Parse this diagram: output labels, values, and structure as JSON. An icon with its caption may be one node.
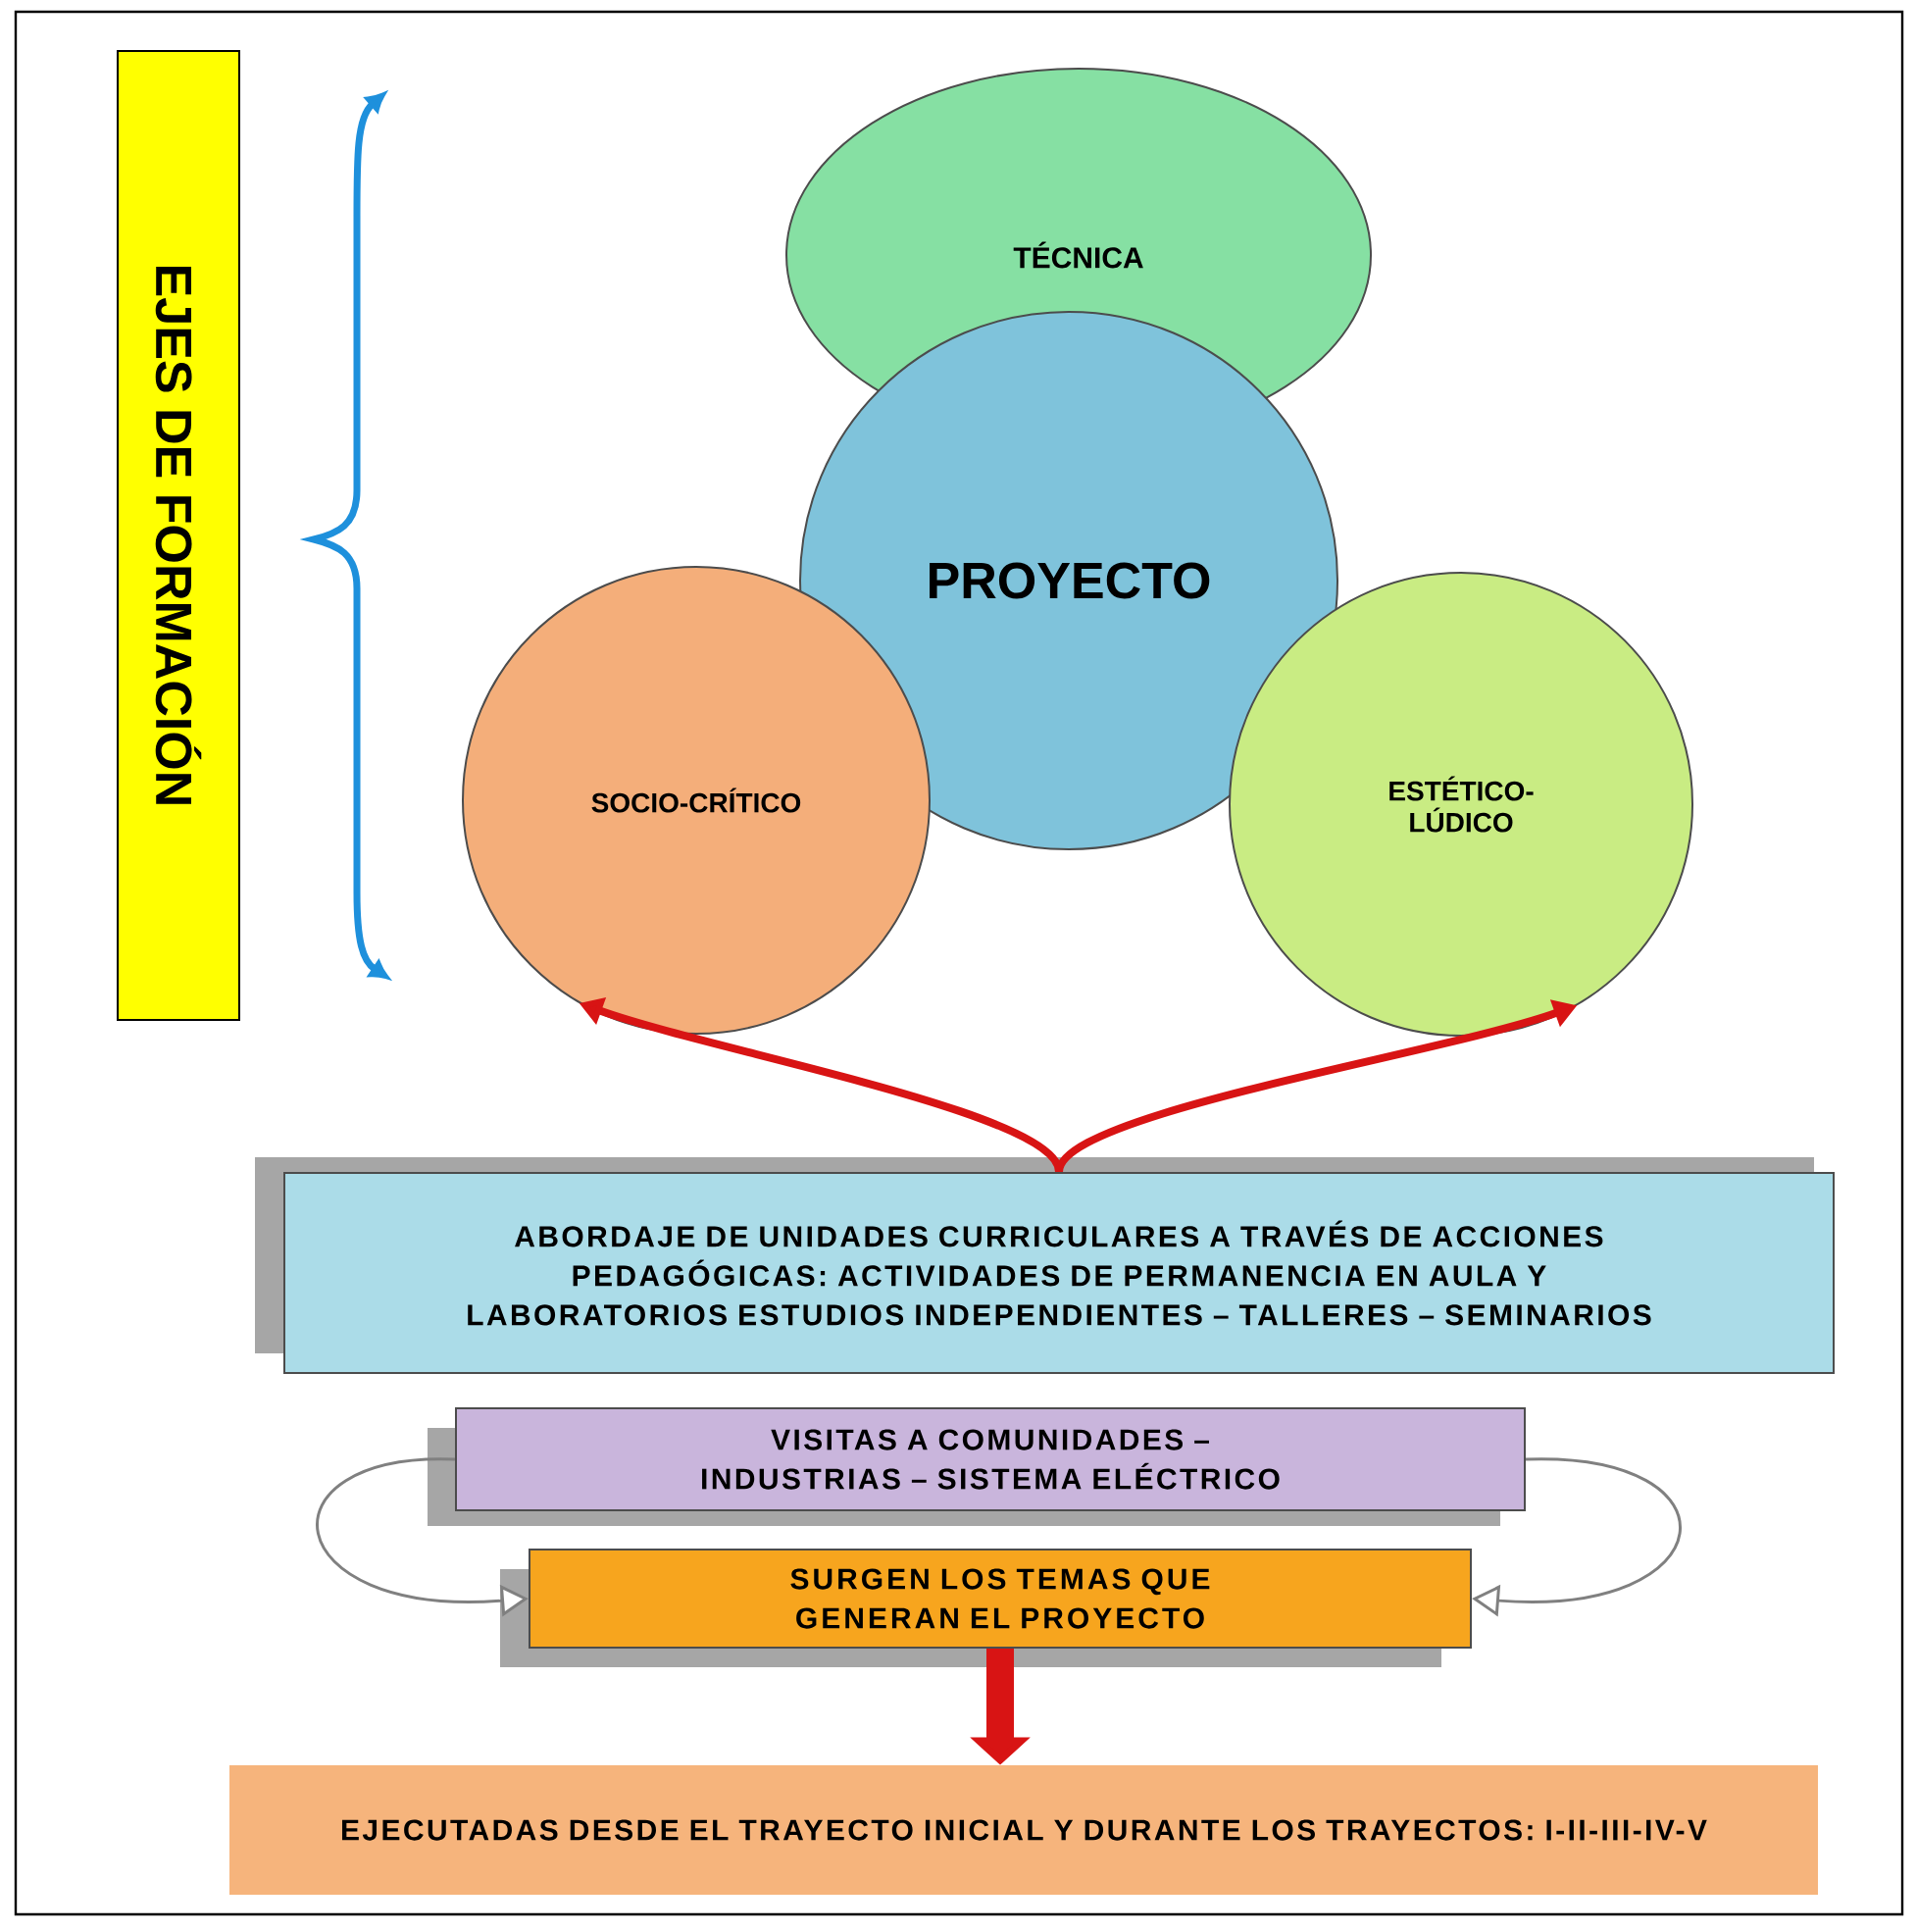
{
  "diagram": {
    "nodes": [
      {
        "text": [
          "EJES DE FORMACIÓN"
        ]
      },
      {
        "text": [
          "TÉCNICA"
        ]
      },
      {
        "text": [
          "PROYECTO"
        ]
      },
      {
        "text": [
          "SOCIO-CRÍTICO"
        ]
      },
      {
        "text": [
          "ESTÉTICO-LÚDICO"
        ]
      },
      {
        "text": [
          "ABORDAJE DE UNIDADES CURRICULARES A TRAVÉS DE ACCIONES PEDAGÓGICAS: ACTIVIDADES DE PERMANENCIA EN AULA Y LABORATORIOS ESTUDIOS INDEPENDIENTES – TALLERES – SEMINARIOS"
        ]
      },
      {
        "text": [
          "VISITAS A COMUNIDADES – INDUSTRIAS – SISTEMA ELÉCTRICO"
        ]
      },
      {
        "text": [
          "SURGEN LOS TEMAS QUE GENERAN EL PROYECTO"
        ]
      },
      {
        "text": [
          "EJECUTADAS DESDE EL TRAYECTO INICIAL Y DURANTE LOS TRAYECTOS: I-II-III-IV-V"
        ]
      }
    ],
    "edges": [
      {
        "from": 5,
        "to": 3,
        "arrow": "to"
      },
      {
        "from": 5,
        "to": 4,
        "arrow": "to"
      },
      {
        "from": 6,
        "to": 7,
        "arrow": "to",
        "color": "#808080"
      },
      {
        "from": 6,
        "to": 7,
        "arrow": "to",
        "color": "#808080"
      },
      {
        "from": 7,
        "to": 8,
        "arrow": "to",
        "style": "thick"
      }
    ]
  }
}
